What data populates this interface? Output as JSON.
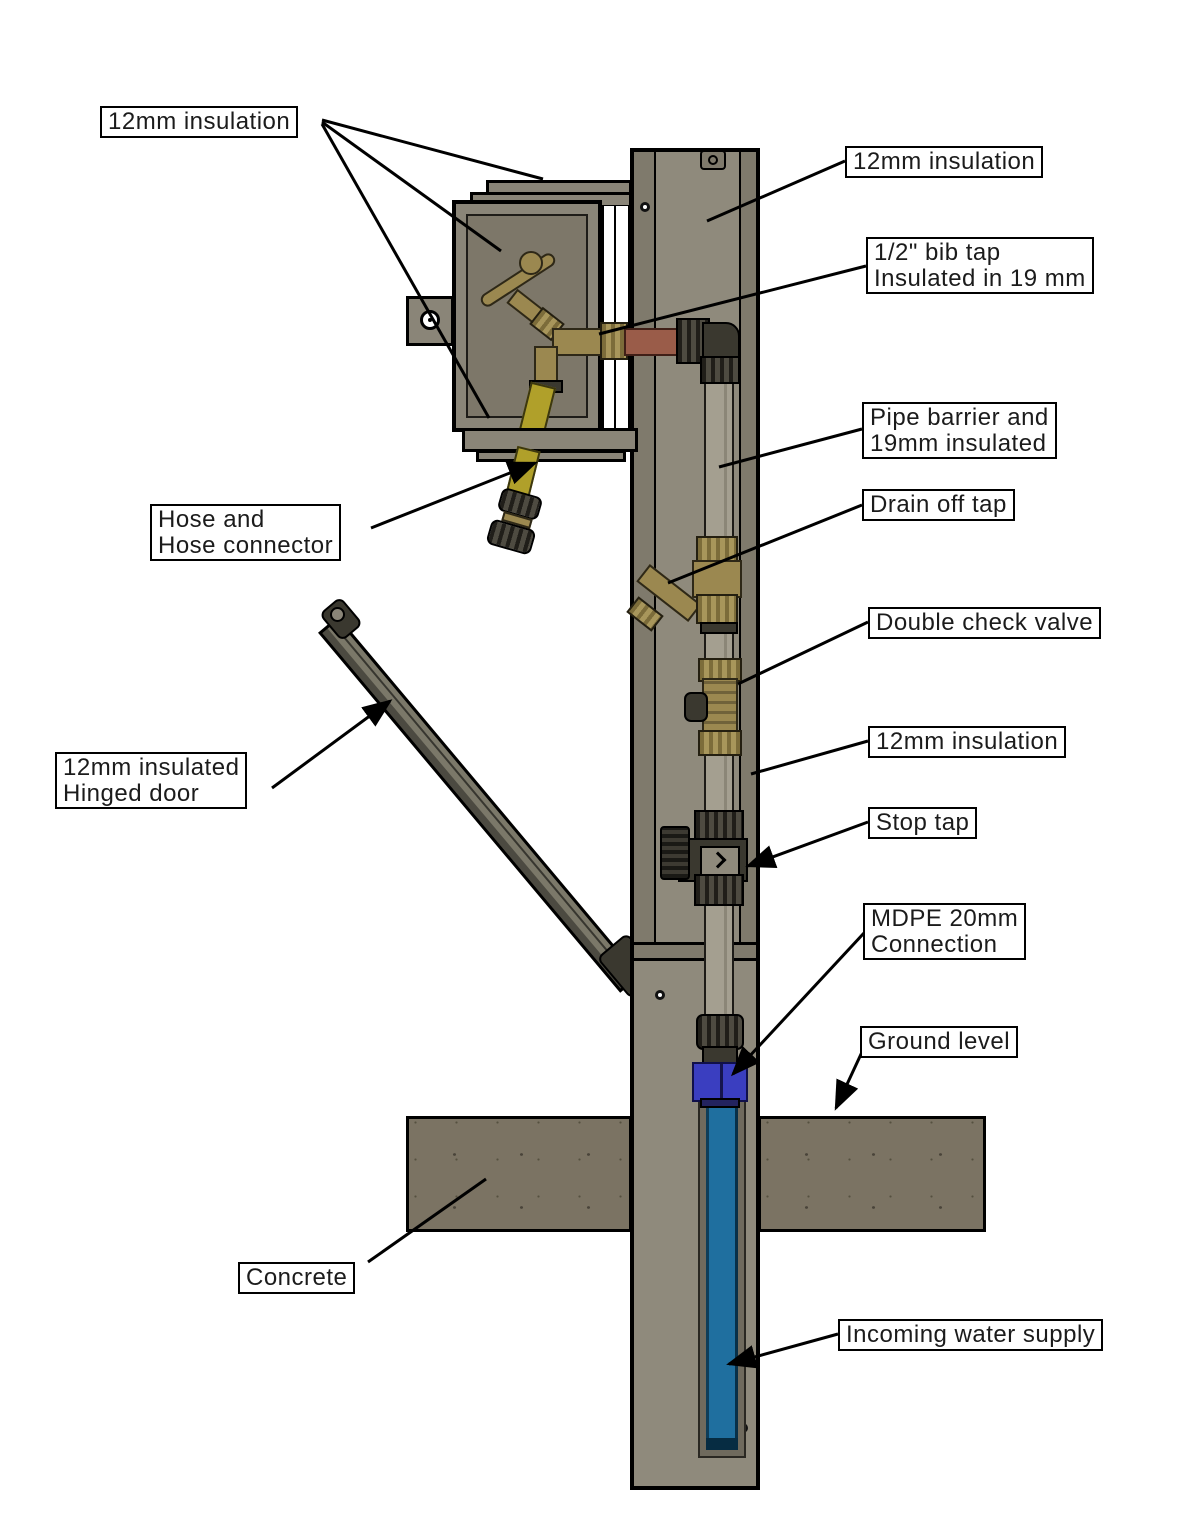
{
  "labels": {
    "insulation_top_left": "12mm insulation",
    "insulation_top_right": "12mm insulation",
    "bib_tap_line1": "1/2\" bib tap",
    "bib_tap_line2": "Insulated in 19 mm",
    "pipe_barrier_line1": "Pipe barrier and",
    "pipe_barrier_line2": "19mm insulated",
    "drain_off_tap": "Drain off tap",
    "double_check_valve": "Double check valve",
    "insulation_mid_right": "12mm insulation",
    "stop_tap": "Stop tap",
    "mdpe_line1": "MDPE 20mm",
    "mdpe_line2": "Connection",
    "ground_level": "Ground level",
    "hose_line1": "Hose and",
    "hose_line2": "Hose connector",
    "hinged_door_line1": "12mm insulated",
    "hinged_door_line2": "Hinged door",
    "concrete": "Concrete",
    "incoming_water_supply": "Incoming water supply"
  },
  "colors": {
    "post_face": "#8f8a7c",
    "post_side": "#7f7a6c",
    "box_face": "#8a8578",
    "box_inner": "#7d7769",
    "brass": "#9b8850",
    "copper": "#9a5c49",
    "hose_yellow": "#b0a02a",
    "fitting_dark": "#3a382f",
    "valve_black": "#23211c",
    "mdpe_blue": "#3a3ec0",
    "water_pipe_blue": "#1f6f9f",
    "concrete_grey": "#7b7363",
    "door_face": "#7b7869"
  }
}
